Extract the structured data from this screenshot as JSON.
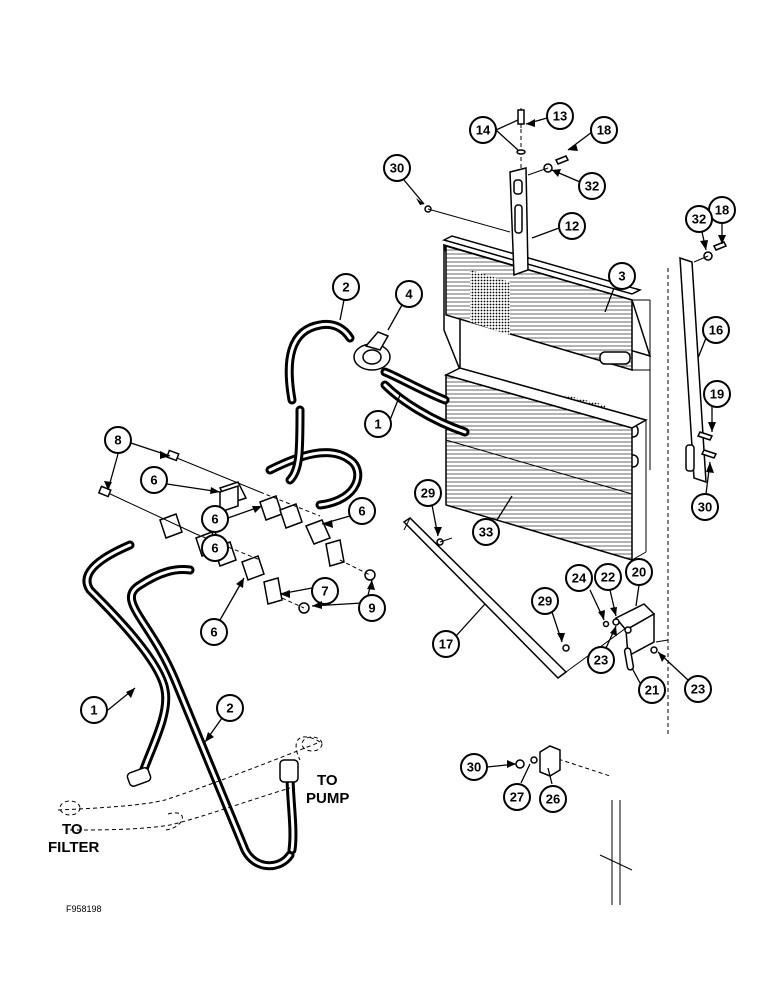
{
  "labels": {
    "to_filter_line1": "TO",
    "to_filter_line2": "FILTER",
    "to_pump_line1": "TO",
    "to_pump_line2": "PUMP",
    "figure_number": "F958198"
  },
  "callouts": {
    "c1a": "1",
    "c1b": "1",
    "c2a": "2",
    "c2b": "2",
    "c3": "3",
    "c4": "4",
    "c6a": "6",
    "c6b": "6",
    "c6c": "6",
    "c6d": "6",
    "c6e": "6",
    "c7": "7",
    "c8": "8",
    "c9": "9",
    "c12": "12",
    "c13": "13",
    "c14": "14",
    "c16": "16",
    "c17": "17",
    "c18a": "18",
    "c18b": "18",
    "c19": "19",
    "c20": "20",
    "c21": "21",
    "c22": "22",
    "c23a": "23",
    "c23b": "23",
    "c24": "24",
    "c26": "26",
    "c27": "27",
    "c29a": "29",
    "c29b": "29",
    "c30a": "30",
    "c30b": "30",
    "c30c": "30",
    "c32a": "32",
    "c32b": "32",
    "c33": "33"
  }
}
